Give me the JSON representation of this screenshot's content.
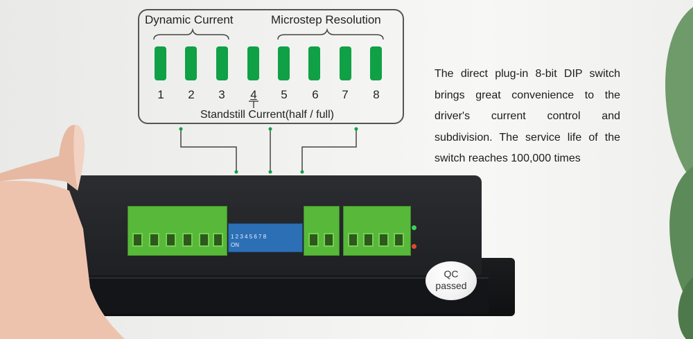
{
  "diagram": {
    "group_labels": {
      "dynamic_current": "Dynamic Current",
      "microstep_resolution": "Microstep Resolution"
    },
    "switches": [
      "1",
      "2",
      "3",
      "4",
      "5",
      "6",
      "7",
      "8"
    ],
    "standstill_label": "Standstill Current(half / full)",
    "switch_color": "#10a046"
  },
  "description": "The direct plug-in 8-bit DIP switch brings great convenience to the driver's current control and subdivision. The service life of the switch reaches 100,000 times",
  "device": {
    "qc_badge_line1": "QC",
    "qc_badge_line2": "passed",
    "dip_on_label": "ON",
    "dip_numbers": "1 2 3 4 5 6 7 8",
    "terminal_color": "#57b83a",
    "body_color": "#1e2023"
  }
}
